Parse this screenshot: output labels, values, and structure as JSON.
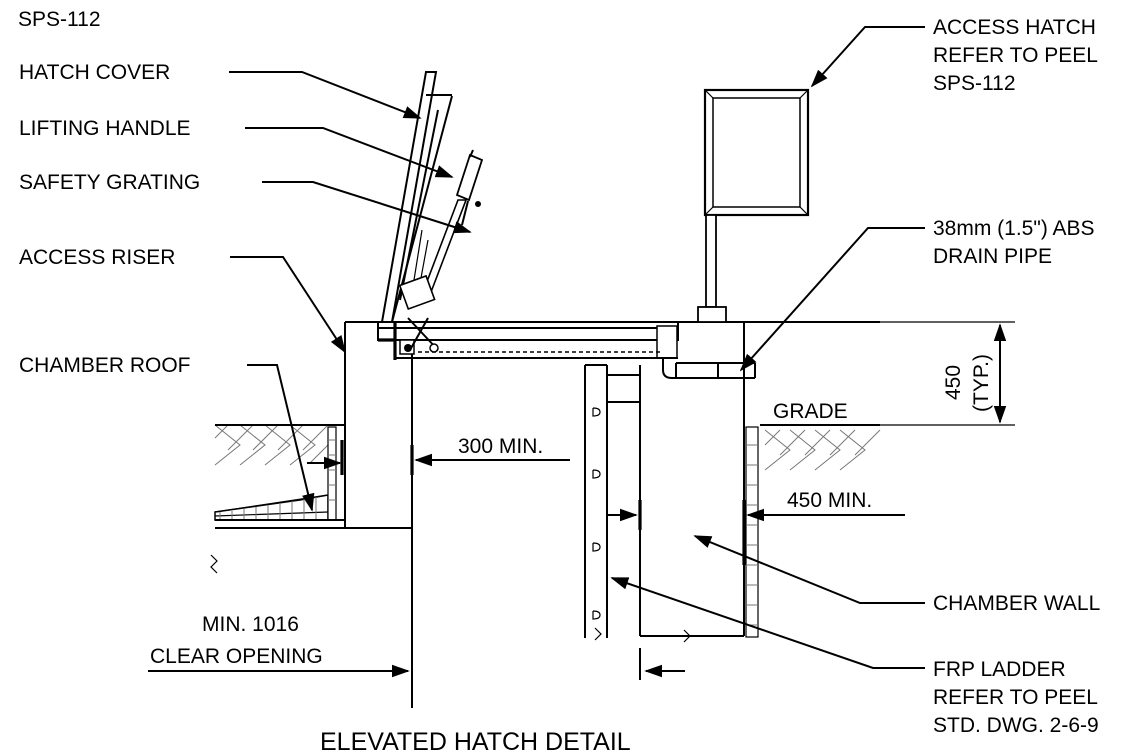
{
  "drawing": {
    "title": "ELEVATED HATCH DETAIL",
    "sheet_ref": "SPS-112",
    "labels": {
      "hatch_cover": "HATCH COVER",
      "lifting_handle": "LIFTING HANDLE",
      "safety_grating": "SAFETY GRATING",
      "access_riser": "ACCESS RISER",
      "chamber_roof": "CHAMBER ROOF",
      "access_hatch": [
        "ACCESS HATCH",
        "REFER TO PEEL",
        "SPS-112"
      ],
      "drain_pipe": [
        "38mm (1.5\") ABS",
        "DRAIN PIPE"
      ],
      "grade": "GRADE",
      "chamber_wall": "CHAMBER WALL",
      "frp_ladder": [
        "FRP LADDER",
        "REFER TO PEEL",
        "STD. DWG. 2-6-9"
      ]
    },
    "dimensions": {
      "riser_height": [
        "450",
        "(TYP.)"
      ],
      "min_300": "300 MIN.",
      "min_450": "450 MIN.",
      "clear_opening": [
        "MIN. 1016",
        "CLEAR OPENING"
      ]
    }
  }
}
